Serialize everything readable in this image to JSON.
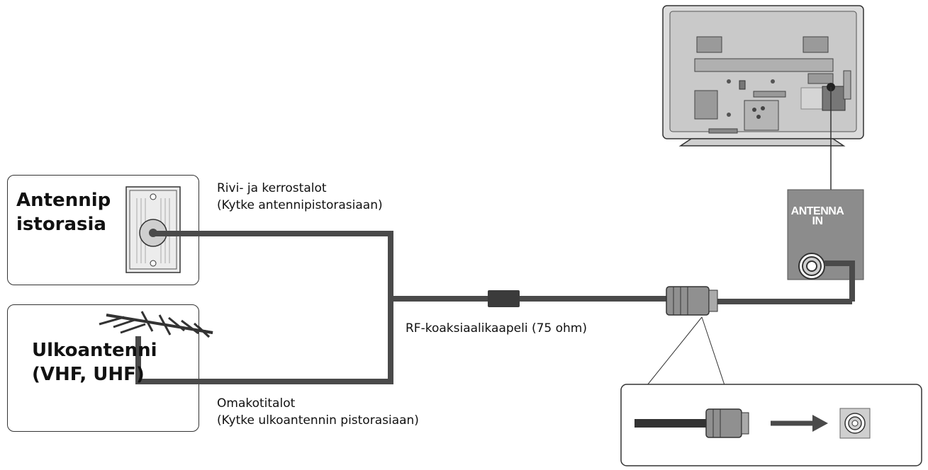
{
  "wall_outlet": {
    "label_line1": "Antennip",
    "label_line2": "istorasia"
  },
  "outdoor_antenna": {
    "label_line1": "Ulkoantenni",
    "label_line2": "(VHF, UHF)"
  },
  "apartment_note": {
    "line1": "Rivi- ja kerrostalot",
    "line2": "(Kytke antennipistorasiaan)"
  },
  "house_note": {
    "line1": "Omakotitalot",
    "line2": "(Kytke ulkoantennin pistorasiaan)"
  },
  "cable_label": "RF-koaksiaalikaapeli (75 ohm)",
  "tv_port": {
    "line1": "ANTENNA",
    "line2": "IN"
  },
  "colors": {
    "cable": "#4a4a4a",
    "panel": "#8c8c8c",
    "tv_body": "#d9d9d9"
  }
}
